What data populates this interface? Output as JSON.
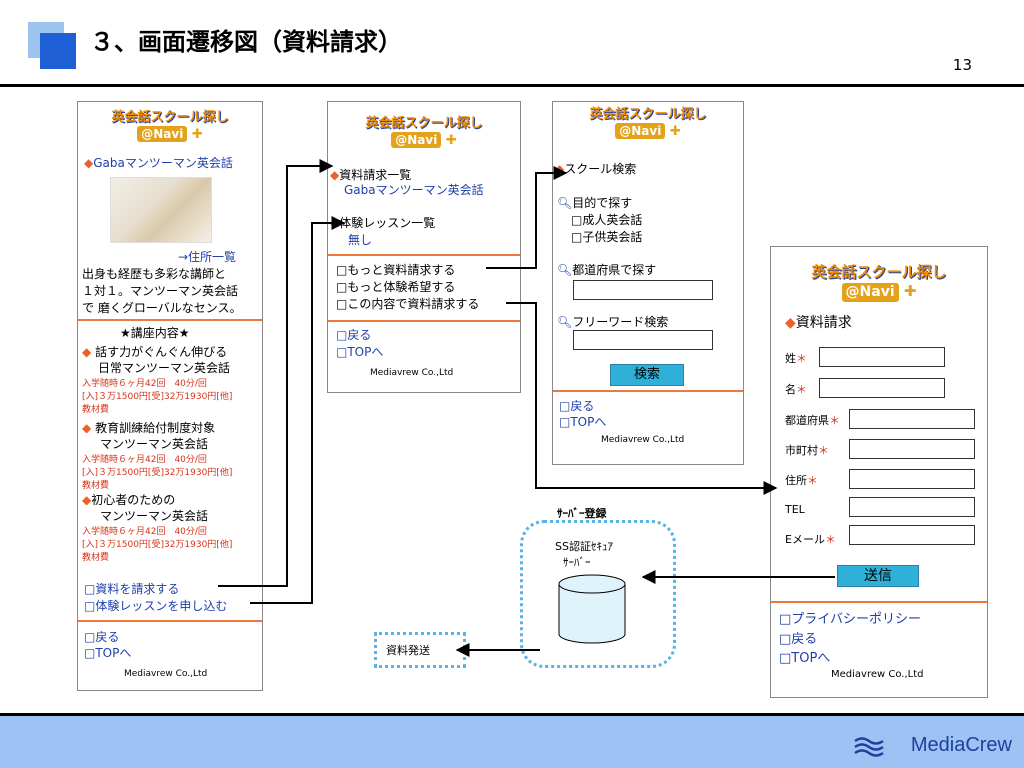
{
  "header": {
    "title": "３、画面遷移図（資料請求）",
    "page_number": "13"
  },
  "brand": {
    "name": "MediaCrew",
    "icon": "wave-lines-icon"
  },
  "site_logo": {
    "line1": "英会話スクール探し",
    "line2": "@Navi"
  },
  "screen1": {
    "heading": "Gabaマンツーマン英会話",
    "address_link": "→住所一覧",
    "intro1": "出身も経歴も多彩な講師と",
    "intro2": "１対１。マンツーマン英会話",
    "intro3": "で 磨くグローバルなセンス。",
    "course_title": "★講座内容★",
    "courses": [
      {
        "name1": "話す力がぐんぐん伸びる",
        "name2": "日常マンツーマン英会話",
        "d1": "入学随時６ヶ月42回　40分/回",
        "d2": "[入]３万1500円[受]32万1930円[他]",
        "d3": "教材費"
      },
      {
        "name1": "教育訓練給付制度対象",
        "name2": "マンツーマン英会話",
        "d1": "入学随時６ヶ月42回　40分/回",
        "d2": "[入]３万1500円[受]32万1930円[他]",
        "d3": "教材費"
      },
      {
        "name1": "初心者のための",
        "name2": "マンツーマン英会話",
        "d1": "入学随時６ヶ月42回　40分/回",
        "d2": "[入]３万1500円[受]32万1930円[他]",
        "d3": "教材費"
      }
    ],
    "request_link": "□資料を請求する",
    "trial_link": "□体験レッスンを申し込む",
    "back": "□戻る",
    "top": "□TOPへ",
    "company": "Mediavrew Co.,Ltd"
  },
  "screen2": {
    "list_title": "資料請求一覧",
    "list_item": "Gabaマンツーマン英会話",
    "trial_title": "体験レッスン一覧",
    "trial_item": "無し",
    "opt1": "□もっと資料請求する",
    "opt2": "□もっと体験希望する",
    "opt3": "□この内容で資料請求する",
    "back": "□戻る",
    "top": "□TOPへ",
    "company": "Mediavrew Co.,Ltd"
  },
  "screen3": {
    "title": "スクール検索",
    "purpose": "目的で探す",
    "adult": "□成人英会話",
    "child": "□子供英会話",
    "pref": "都道府県で探す",
    "free": "フリーワード検索",
    "search_btn": "検索",
    "back": "□戻る",
    "top": "□TOPへ",
    "company": "Mediavrew Co.,Ltd"
  },
  "screen4": {
    "title": "資料請求",
    "fields": [
      "姓",
      "名",
      "都道府県",
      "市町村",
      "住所",
      "TEL",
      "Eメール"
    ],
    "required": "＊",
    "submit": "送信",
    "privacy": "□プライバシーポリシー",
    "back": "□戻る",
    "top": "□TOPへ",
    "company": "Mediavrew Co.,Ltd"
  },
  "server": {
    "label": "ｻｰﾊﾞｰ登録",
    "line1": "SS認証ｾｷｭｱ",
    "line2": "ｻｰﾊﾞｰ"
  },
  "shipping": {
    "label": "資料発送"
  }
}
